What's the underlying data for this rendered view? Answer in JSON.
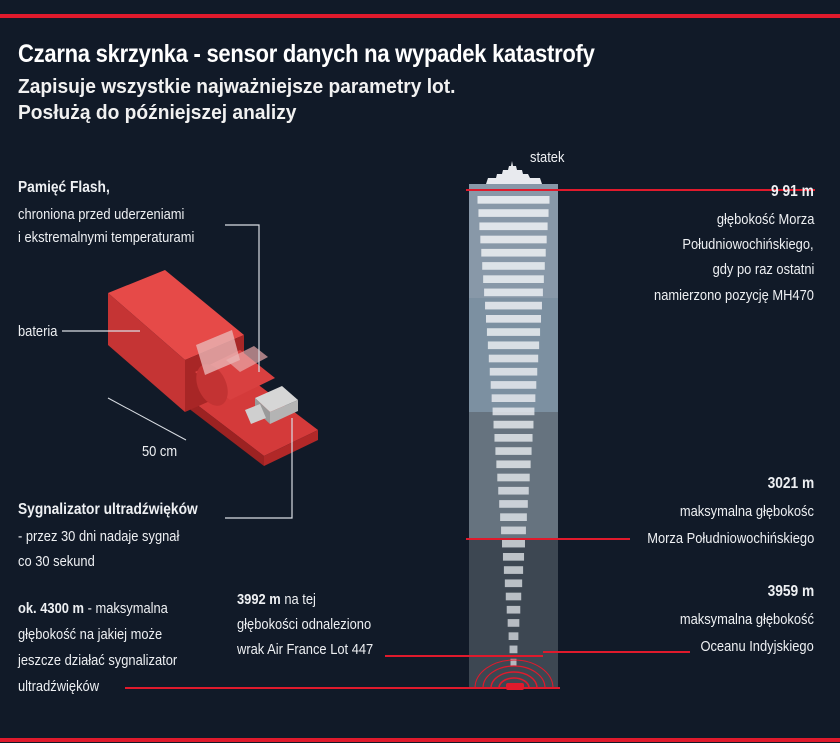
{
  "header": {
    "title": "Czarna skrzynka - sensor danych na wypadek katastrofy",
    "subtitle_line1": "Zapisuje wszystkie najważniejsze parametry lot.",
    "subtitle_line2": "Posłużą do późniejszej analizy"
  },
  "device": {
    "flash_title": "Pamięć Flash,",
    "flash_desc_1": "chroniona przed uderzeniami",
    "flash_desc_2": "i ekstremalnymi temperaturami",
    "battery_label": "bateria",
    "size_label": "50 cm",
    "beacon_title": "Sygnalizator ultradźwięków",
    "beacon_desc_1": "- przez 30 dni nadaje sygnał",
    "beacon_desc_2": "co 30 sekund"
  },
  "depth_column": {
    "ship_label": "statek",
    "markers": [
      {
        "depth_m": 991,
        "value": "9 91 m",
        "lines": [
          "głębokość Morza",
          "Południowochińskiego,",
          "gdy po raz ostatni",
          "namierzono pozycję MH470"
        ]
      },
      {
        "depth_m": 3021,
        "value": "3021 m",
        "lines": [
          "maksymalna głębokośc",
          "Morza Południowochińskiego"
        ]
      },
      {
        "depth_m": 3959,
        "value": "3959 m",
        "lines": [
          "maksymalna głębokość",
          "Oceanu Indyjskiego"
        ]
      }
    ],
    "air_france": {
      "depth_m": 3992,
      "value": "3992 m",
      "rest_1": "na tej",
      "line_2": "głębokości odnaleziono",
      "line_3": "wrak Air France Lot 447"
    },
    "limit": {
      "depth_m": 4300,
      "value": "ok. 4300 m",
      "rest_1": "- maksymalna",
      "line_2": "głębokość na jakiej może",
      "line_3": "jeszcze działać sygnalizator",
      "line_4": "ultradźwięków"
    }
  },
  "colors": {
    "accent": "#e01a2c",
    "background": "#111a28",
    "box_red": "#d93a3a"
  }
}
